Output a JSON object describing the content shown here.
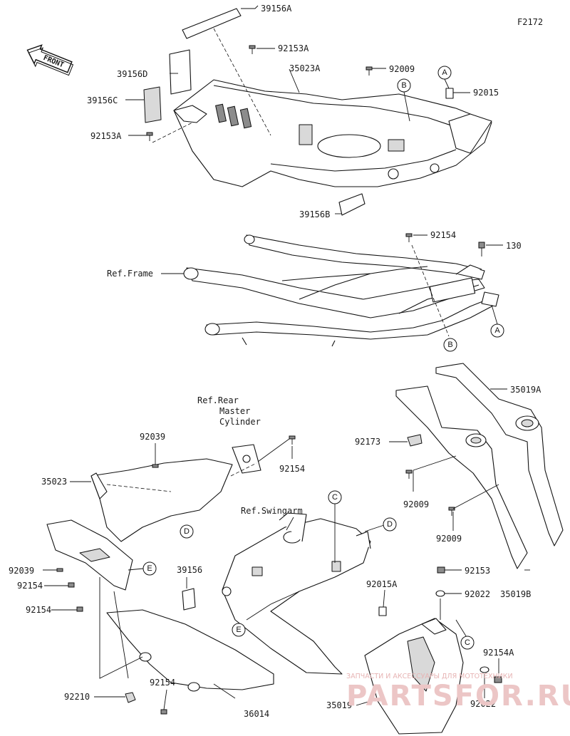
{
  "figure_id": "F2172",
  "front_arrow": "FRONT",
  "part_numbers": {
    "p39156A": "39156A",
    "p92153A_top": "92153A",
    "p92009_top": "92009",
    "p35023A": "35023A",
    "p39156D": "39156D",
    "p92015": "92015",
    "p39156C": "39156C",
    "p92153A_left": "92153A",
    "p39156B": "39156B",
    "p92154_mid": "92154",
    "p130": "130",
    "p35019A": "35019A",
    "p92173": "92173",
    "p92009_r1": "92009",
    "p92009_r2": "92009",
    "p35019B": "35019B",
    "p92039_top": "92039",
    "p35023": "35023",
    "p92154_cyl": "92154",
    "p92039_left": "92039",
    "p92154_l1": "92154",
    "p92154_l2": "92154",
    "p39156": "39156",
    "p92015A": "92015A",
    "p92153": "92153",
    "p92022_a": "92022",
    "p92154A": "92154A",
    "p92022_b": "92022",
    "p92210": "92210",
    "p92154_bot": "92154",
    "p36014": "36014",
    "p35019": "35019"
  },
  "references": {
    "frame": "Ref.Frame",
    "cyl_1": "Ref.Rear",
    "cyl_2": "Master",
    "cyl_3": "Cylinder",
    "swingarm": "Ref.Swingarm"
  },
  "callouts": {
    "A_top": "A",
    "A_bot": "A",
    "B_top": "B",
    "B_bot": "B",
    "C_top": "C",
    "C_bot": "C",
    "D_left": "D",
    "D_right": "D",
    "E_left": "E",
    "E_mid": "E"
  },
  "watermark": {
    "line1": "ЗАПЧАСТИ И АКСЕССУАРЫ ДЛЯ МОТОТЕХНИКИ",
    "line2": "PARTSFOR.RU"
  }
}
